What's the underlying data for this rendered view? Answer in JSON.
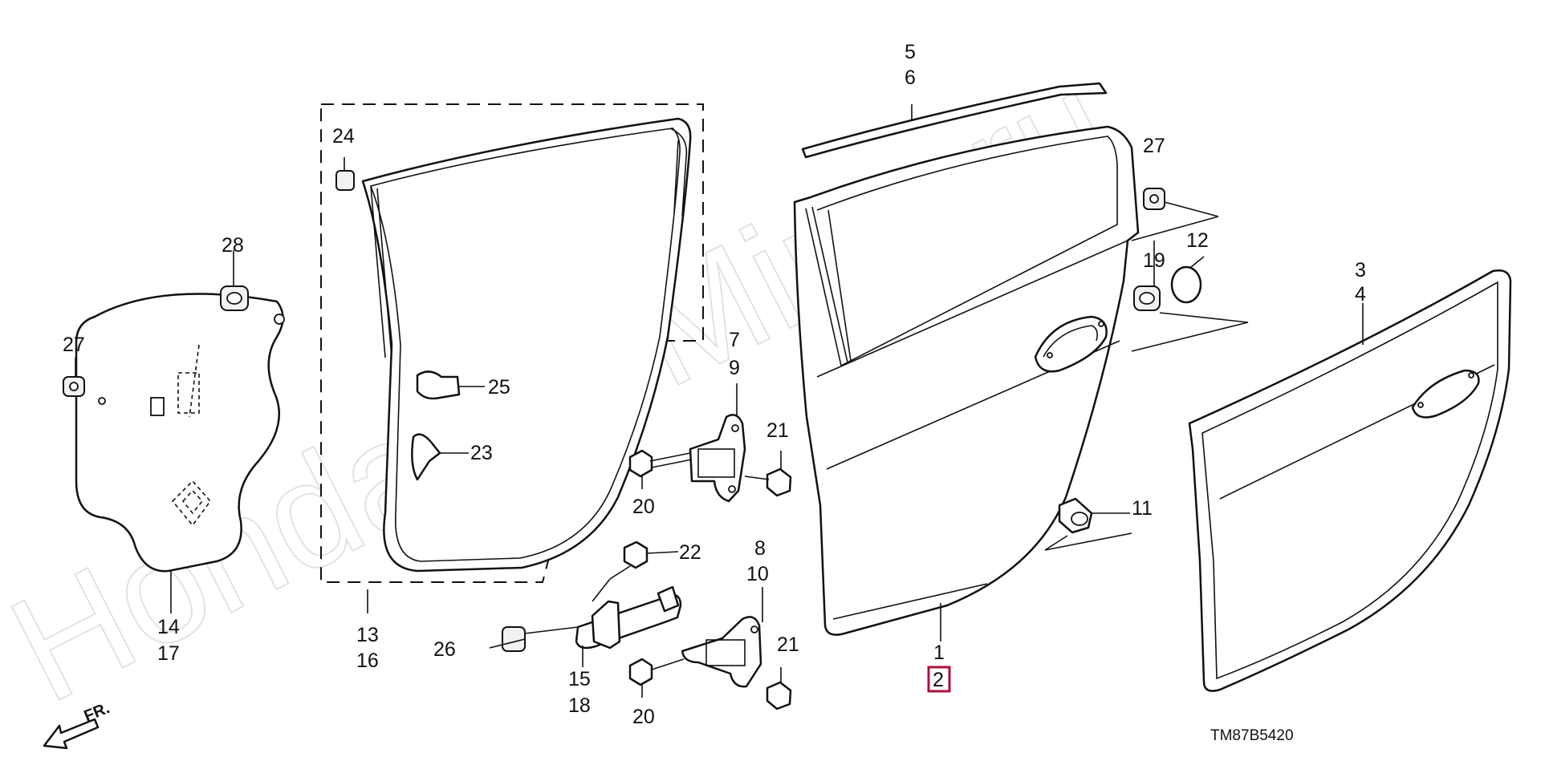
{
  "watermark": "HondaCarMine.ru",
  "diagram_code": "TM87B5420",
  "front_indicator": "FR.",
  "highlight_color": "#b0103a",
  "callouts": {
    "n1": "1",
    "n2": "2",
    "n3": "3",
    "n4": "4",
    "n5": "5",
    "n6": "6",
    "n7": "7",
    "n8": "8",
    "n9": "9",
    "n10": "10",
    "n11": "11",
    "n12": "12",
    "n13": "13",
    "n14": "14",
    "n15": "15",
    "n16": "16",
    "n17": "17",
    "n18": "18",
    "n19": "19",
    "n20a": "20",
    "n20b": "20",
    "n21a": "21",
    "n21b": "21",
    "n22": "22",
    "n23": "23",
    "n24": "24",
    "n25": "25",
    "n26": "26",
    "n27a": "27",
    "n27b": "27",
    "n28": "28"
  }
}
